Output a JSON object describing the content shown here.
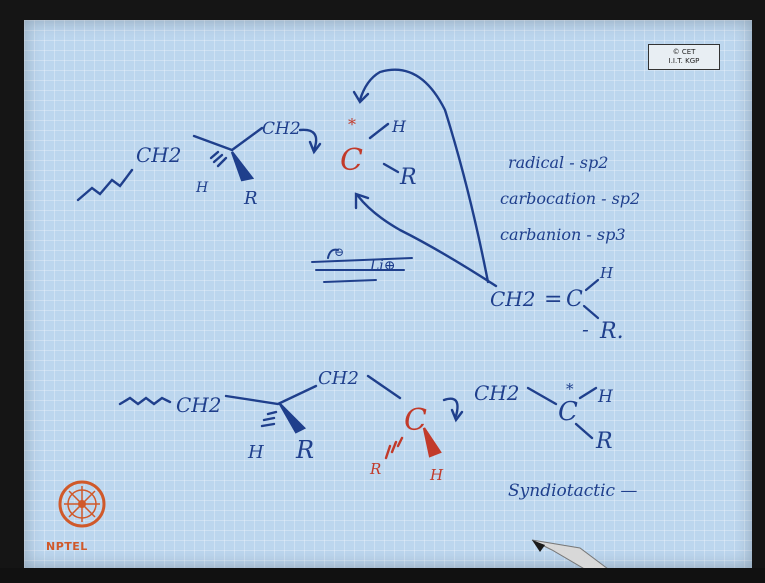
{
  "stamp": {
    "line1": "© CET",
    "line2": "I.I.T. KGP"
  },
  "top_reaction": {
    "ch2_left": "CH2",
    "h_left": "H",
    "r_left": "R",
    "ch2_mid": "CH2",
    "star": "*",
    "center_c": "C",
    "h_right": "H",
    "r_right": "R"
  },
  "hybridization": [
    "radical - sp2",
    "carbocation - sp2",
    "carbanion - sp3"
  ],
  "scribble": {
    "minus": "⊖",
    "li": "Li⊕"
  },
  "monomer": {
    "ch2": "CH2",
    "eq": "=",
    "c": "C",
    "h": "H",
    "minus": "-",
    "r": "R."
  },
  "bottom_chain": {
    "ch2_1": "CH2",
    "h_1": "H",
    "r_1": "R",
    "ch2_2": "CH2",
    "c_mid": "C",
    "r_mid": "R",
    "h_mid": "H",
    "ch2_3": "CH2",
    "star": "*",
    "c_end": "C",
    "h_end": "H",
    "r_end": "R"
  },
  "caption": "Syndiotactic —",
  "logo": {
    "text": "NPTEL"
  },
  "colors": {
    "ink": "#1f3f8c",
    "accent": "#c23a2a",
    "paper": "#bcd6ee"
  }
}
